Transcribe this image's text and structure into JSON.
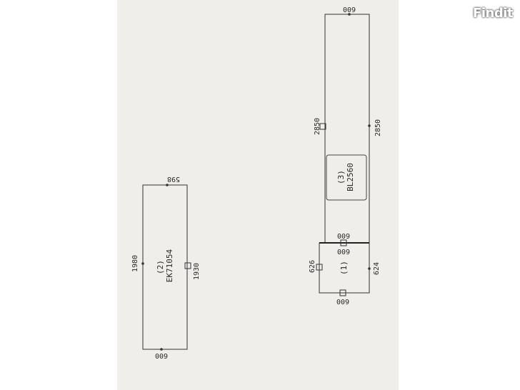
{
  "watermark": {
    "text": "Findit"
  },
  "pieces": {
    "p1": {
      "id": "(1)",
      "top": "600",
      "bottom": "600",
      "left": "626",
      "right": "624"
    },
    "p2": {
      "id": "(2)",
      "code": "EK71054",
      "top": "598",
      "bottom": "600",
      "left": "1980",
      "right": "1930"
    },
    "p3": {
      "id": "(3)",
      "code": "BL2560",
      "top": "600",
      "bottom": "600",
      "left": "2850",
      "right": "2850"
    }
  }
}
